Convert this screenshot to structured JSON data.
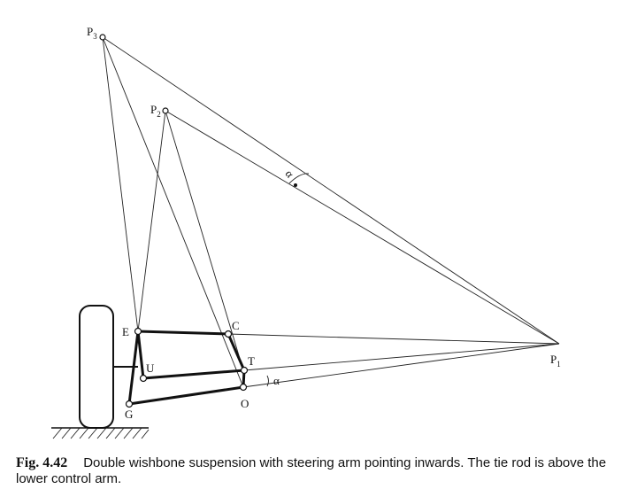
{
  "points": {
    "P3": "P",
    "P3_sub": "3",
    "P2": "P",
    "P2_sub": "2",
    "P1": "P",
    "P1_sub": "1",
    "E": "E",
    "C": "C",
    "U": "U",
    "T": "T",
    "G": "G",
    "O": "O"
  },
  "angles": {
    "upper": "α",
    "lower": "α"
  },
  "caption": {
    "label": "Fig. 4.42",
    "text": "Double wishbone suspension with steering arm pointing inwards. The tie rod is above the lower control arm."
  }
}
